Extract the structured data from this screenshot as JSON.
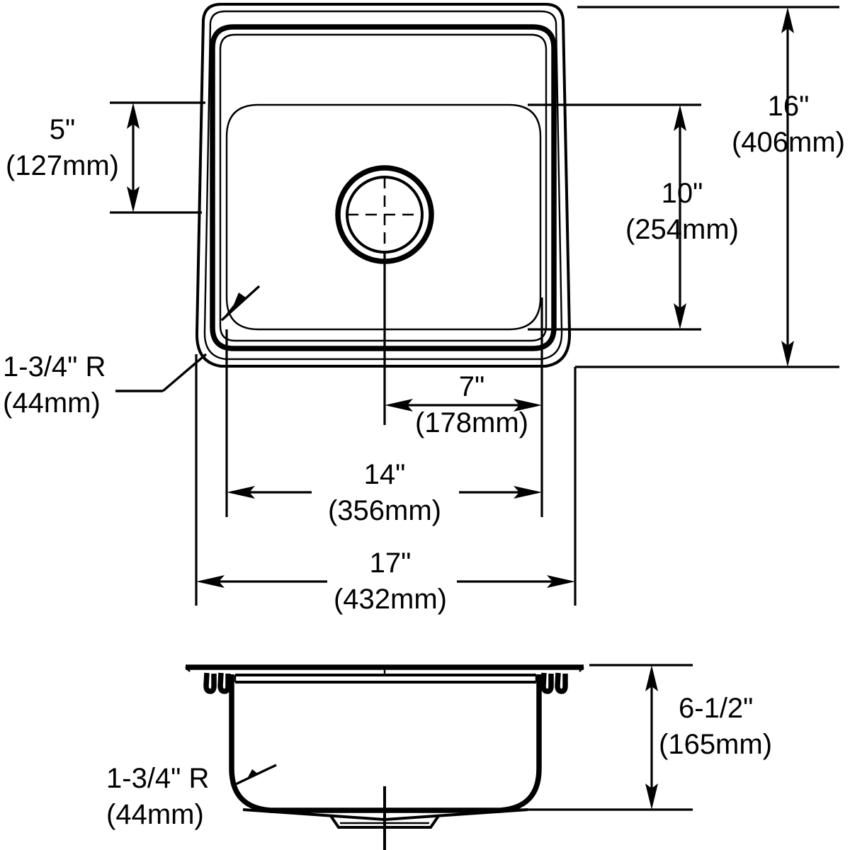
{
  "drawing": {
    "title": "Sink Dimensional Drawing",
    "views": {
      "top": "top-view",
      "section": "section-view"
    },
    "line_color": "#000000",
    "background_color": "#ffffff"
  },
  "dimensions": {
    "depth_left": {
      "name": "rim-to-bowl-depth",
      "inches": "5\"",
      "mm": "(127mm)"
    },
    "bowl_height": {
      "name": "bowl-inside-height",
      "inches": "10\"",
      "mm": "(254mm)"
    },
    "overall_height": {
      "name": "overall-front-to-back",
      "inches": "16\"",
      "mm": "(406mm)"
    },
    "drain_offset": {
      "name": "centerline-to-bowl-edge",
      "inches": "7\"",
      "mm": "(178mm)"
    },
    "bowl_width": {
      "name": "bowl-inside-width",
      "inches": "14\"",
      "mm": "(356mm)"
    },
    "overall_width": {
      "name": "overall-left-to-right",
      "inches": "17\"",
      "mm": "(432mm)"
    },
    "corner_radius_top": {
      "name": "corner-radius-top-view",
      "inches": "1-3/4\" R",
      "mm": "(44mm)"
    },
    "corner_radius_section": {
      "name": "corner-radius-section-view",
      "inches": "1-3/4\" R",
      "mm": "(44mm)"
    },
    "bowl_depth": {
      "name": "bowl-depth",
      "inches": "6-1/2\"",
      "mm": "(165mm)"
    }
  }
}
